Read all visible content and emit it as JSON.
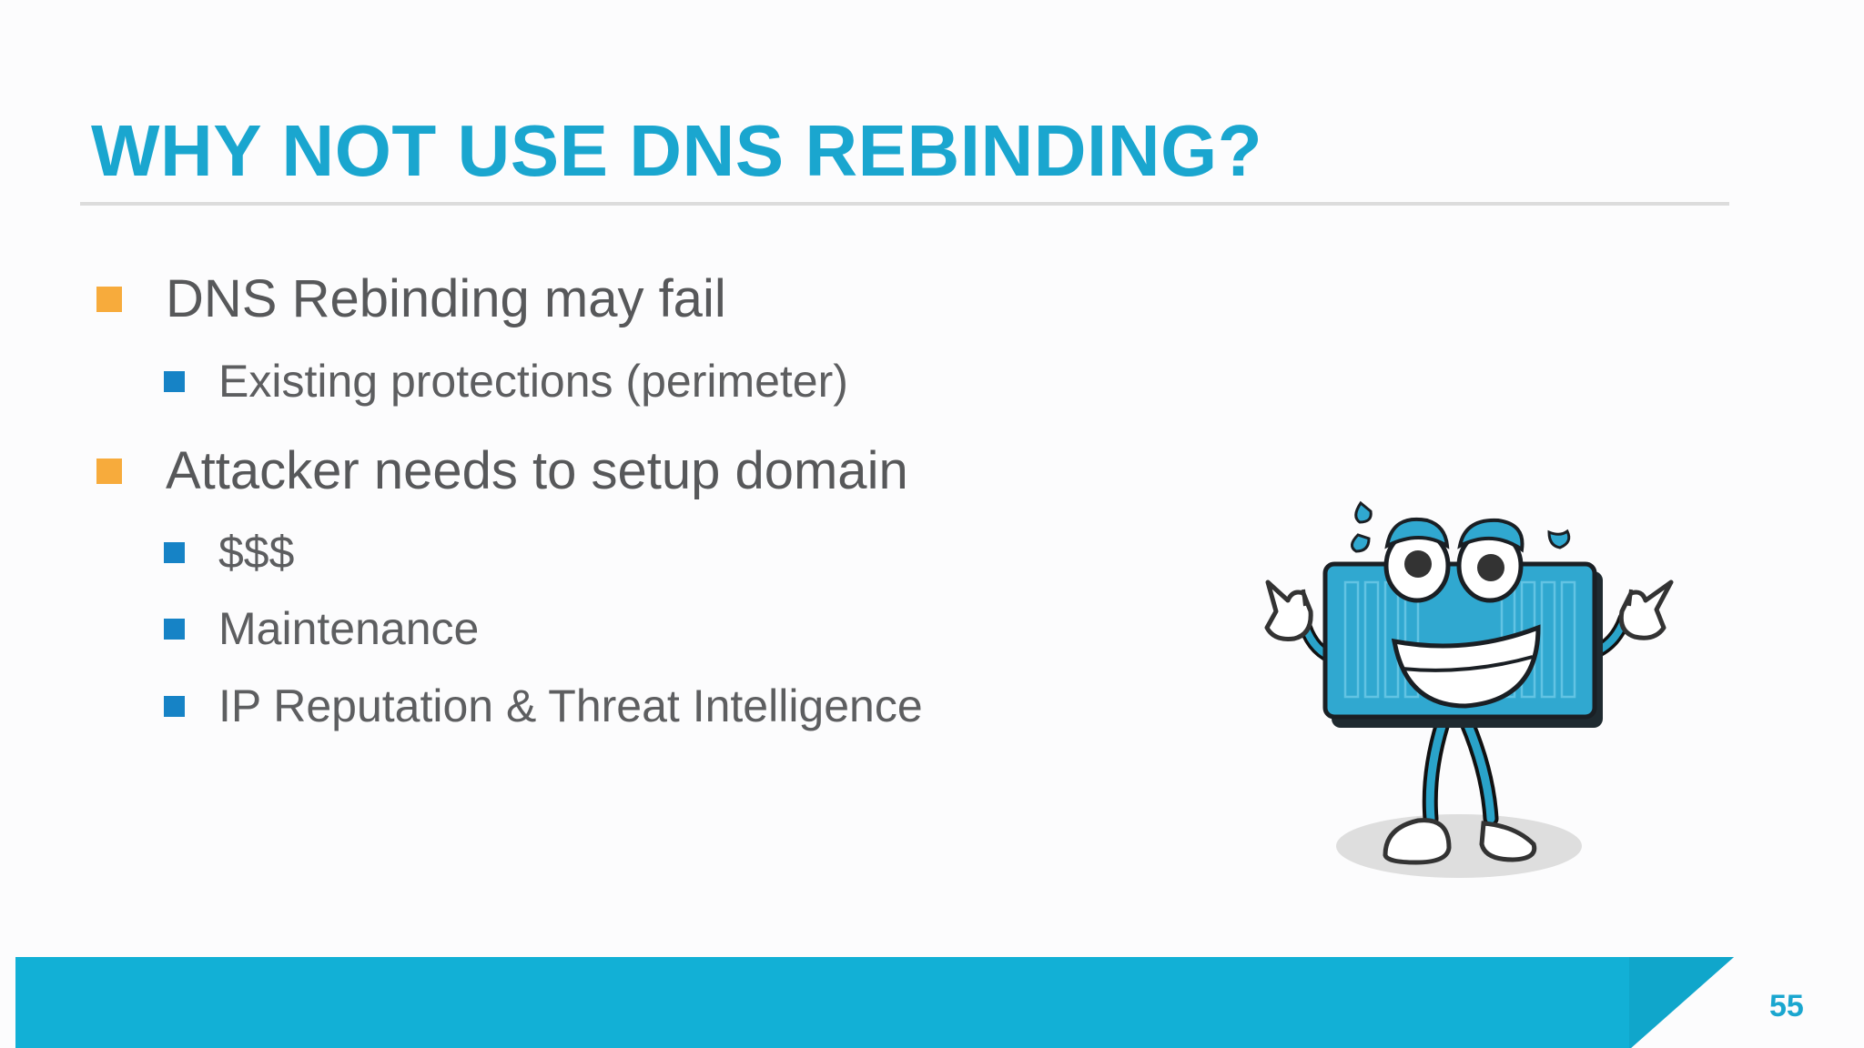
{
  "slide": {
    "title": "WHY NOT USE DNS REBINDING?",
    "page_number": "55"
  },
  "bullets": [
    {
      "text": "DNS Rebinding may fail",
      "sub": [
        "Existing protections (perimeter)"
      ]
    },
    {
      "text": "Attacker needs to setup domain",
      "sub": [
        "$$$",
        "Maintenance",
        "IP Reputation & Threat Intelligence"
      ]
    }
  ],
  "illustration": {
    "icon": "nervous-router-mascot-icon"
  },
  "colors": {
    "accent_cyan": "#1aa6cf",
    "level1_bullet": "#f7ab3c",
    "level2_bullet": "#1683c6",
    "body_text": "#57585a",
    "footer_bar": "#12b0d6"
  }
}
